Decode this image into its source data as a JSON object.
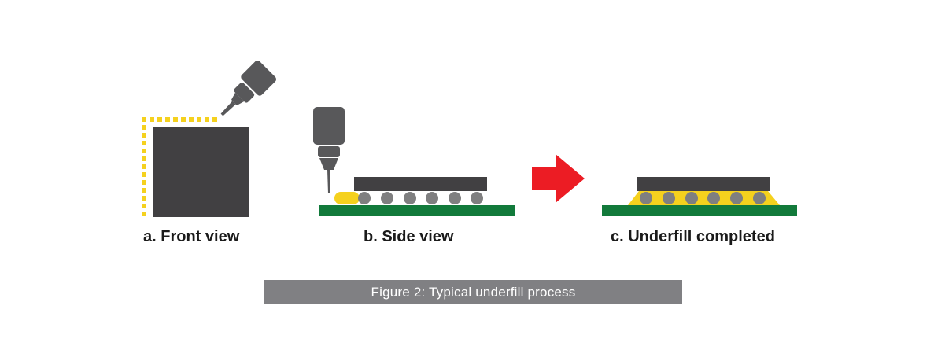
{
  "labels": {
    "front": "a.  Front view",
    "side": "b. Side view",
    "completed": "c. Underfill completed"
  },
  "caption": "Figure 2: Typical underfill process",
  "icons": {
    "dispenser": "dispenser-needle-icon",
    "arrow": "arrow-right-icon"
  },
  "colors": {
    "chip": "#414042",
    "dispenser": "#58585a",
    "underfill": "#f5d11e",
    "board": "#127a3b",
    "bump": "#7f7f80",
    "arrow": "#ec1c24",
    "caption_bg": "#808083",
    "caption_text": "#ffffff"
  }
}
